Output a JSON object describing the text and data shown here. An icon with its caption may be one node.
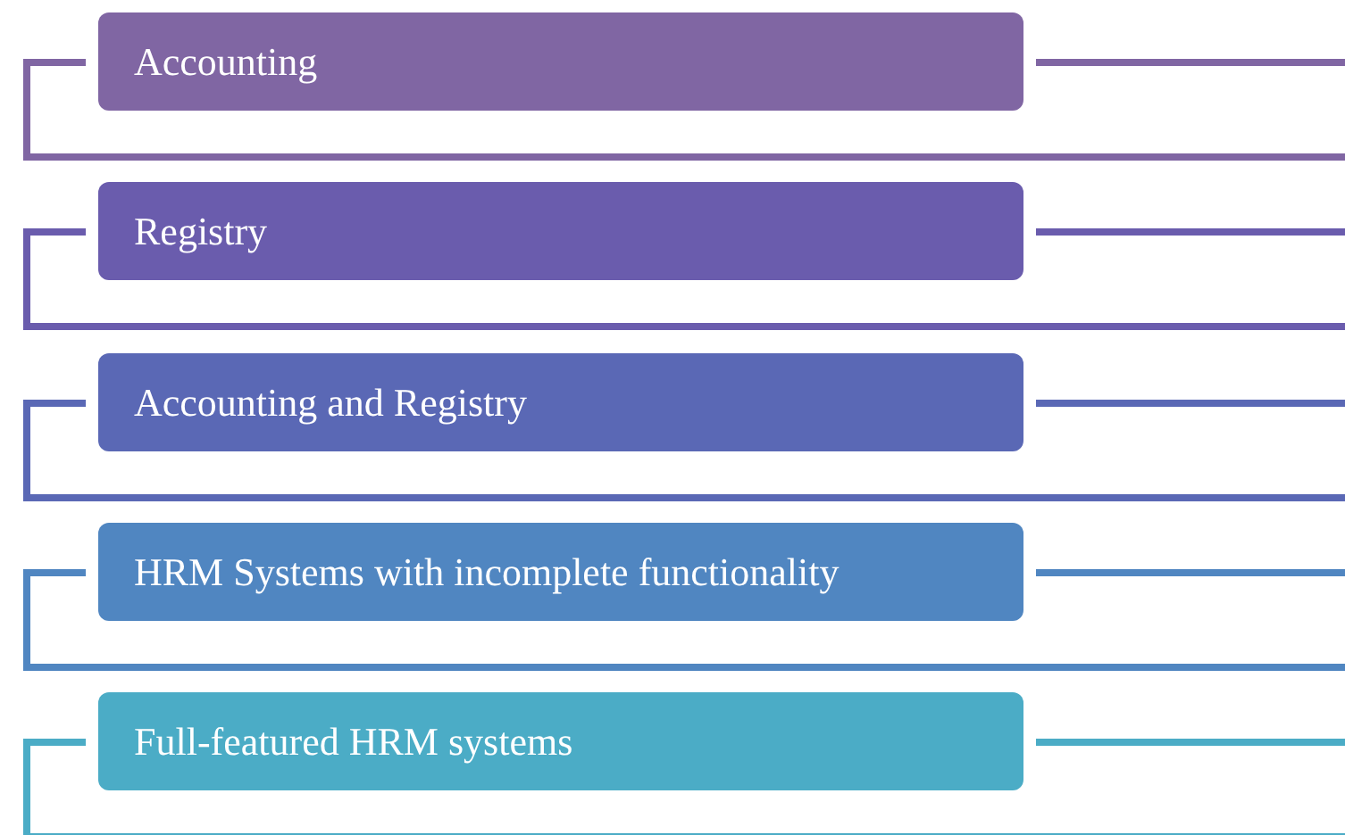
{
  "diagram": {
    "nodes": [
      {
        "text": [
          "Accounting"
        ]
      },
      {
        "text": [
          "Registry"
        ]
      },
      {
        "text": [
          "Accounting and Registry"
        ]
      },
      {
        "text": [
          "HRM Systems with incomplete functionality"
        ]
      },
      {
        "text": [
          "Full-featured HRM systems"
        ]
      }
    ]
  }
}
